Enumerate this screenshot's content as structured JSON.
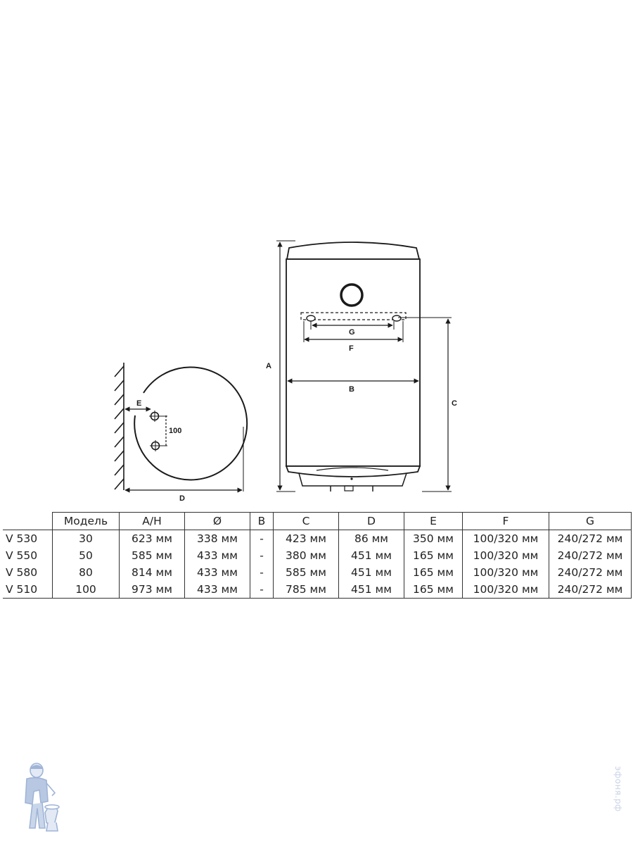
{
  "diagram": {
    "top_view": {
      "label_e": "E",
      "label_100": "100",
      "label_d": "D"
    },
    "front_view": {
      "label_a": "A",
      "label_b": "B",
      "label_c": "C",
      "label_f": "F",
      "label_g": "G"
    }
  },
  "table": {
    "headers": [
      "",
      "Модель",
      "A/H",
      "Ø",
      "B",
      "C",
      "D",
      "E",
      "F",
      "G"
    ],
    "rows": [
      [
        "V 530",
        "30",
        "623 мм",
        "338 мм",
        "-",
        "423 мм",
        "86 мм",
        "350 мм",
        "100/320 мм",
        "240/272 мм"
      ],
      [
        "V 550",
        "50",
        "585 мм",
        "433 мм",
        "-",
        "380 мм",
        "451 мм",
        "165 мм",
        "100/320 мм",
        "240/272 мм"
      ],
      [
        "V 580",
        "80",
        "814 мм",
        "433 мм",
        "-",
        "585 мм",
        "451 мм",
        "165 мм",
        "100/320 мм",
        "240/272 мм"
      ],
      [
        "V 510",
        "100",
        "973 мм",
        "433 мм",
        "-",
        "785 мм",
        "451 мм",
        "165 мм",
        "100/320 мм",
        "240/272 мм"
      ]
    ]
  },
  "watermark": {
    "text": "эфоня.рф"
  },
  "colors": {
    "line": "#1a1a1a",
    "watermark": "#c9d3e6",
    "mascot": "#9fb4d6"
  },
  "icons": {
    "mascot": "plumber-mascot-icon"
  }
}
